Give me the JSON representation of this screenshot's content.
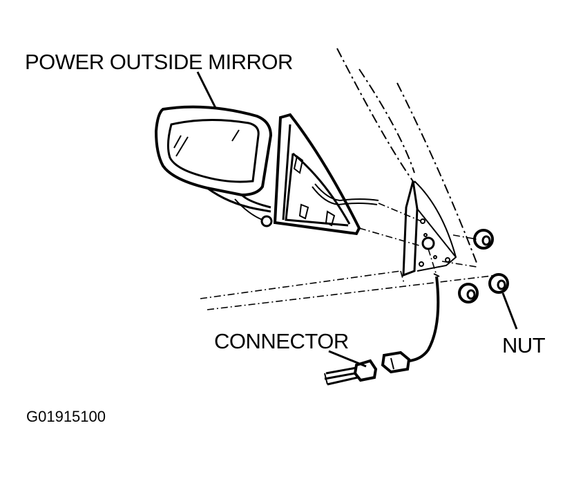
{
  "labels": {
    "power_outside_mirror": "POWER OUTSIDE MIRROR",
    "connector": "CONNECTOR",
    "nut": "NUT",
    "figure_id": "G01915100"
  },
  "colors": {
    "ink": "#000000",
    "paper": "#ffffff"
  }
}
